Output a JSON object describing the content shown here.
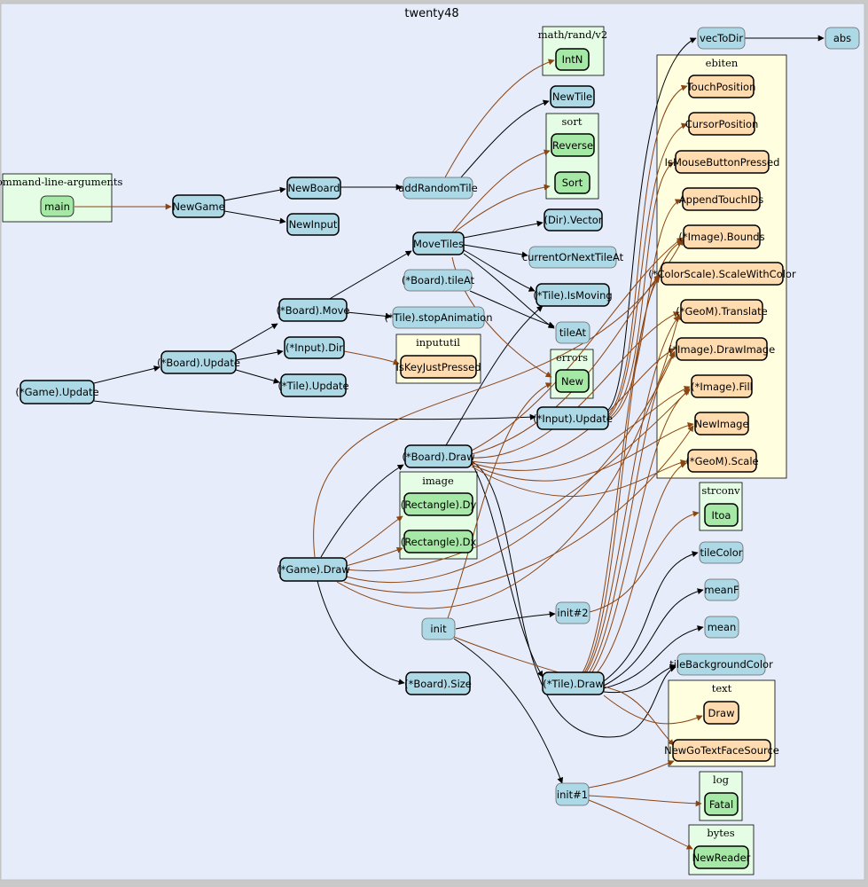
{
  "title": "twenty48",
  "colors": {
    "background": "#e6ecfa",
    "node_blue": "#add8e6",
    "node_green": "#a6e9a6",
    "node_orange": "#ffdcb0",
    "cluster_green": "#e4fde4",
    "cluster_yellow": "#ffffe0",
    "edge_dark": "#000000",
    "edge_brown": "#8b4513"
  },
  "clusters": {
    "cla": "command-line-arguments",
    "mathrand": "math/rand/v2",
    "sort": "sort",
    "ebiten": "ebiten",
    "inpututil": "inpututil",
    "errors": "errors",
    "image": "image",
    "strconv": "strconv",
    "text": "text",
    "log": "log",
    "bytes": "bytes"
  },
  "nodes": {
    "main": "main",
    "newgame": "NewGame",
    "newboard": "NewBoard",
    "newinput": "NewInput",
    "addrandomtile": "addRandomTile",
    "intn": "IntN",
    "newtile": "NewTile",
    "reverse": "Reverse",
    "sortfn": "Sort",
    "vectodir": "vecToDir",
    "abs": "abs",
    "movetiles": "MoveTiles",
    "dirvector": "(Dir).Vector",
    "currentornexttileat": "currentOrNextTileAt",
    "boardtileat": "(*Board).tileAt",
    "tileismoving": "(*Tile).IsMoving",
    "tileat": "tileAt",
    "boardmove": "(*Board).Move",
    "tilestopanimation": "(*Tile).stopAnimation",
    "boardupdate": "(*Board).Update",
    "inputdir": "(*Input).Dir",
    "iskeyjustpressed": "IsKeyJustPressed",
    "tileupdate": "(*Tile).Update",
    "gameupdate": "(*Game).Update",
    "errorsnew": "New",
    "inputupdate": "(*Input).Update",
    "touchposition": "TouchPosition",
    "cursorposition": "CursorPosition",
    "ismousebuttonpressed": "IsMouseButtonPressed",
    "appendtouchids": "AppendTouchIDs",
    "imagebounds": "(*Image).Bounds",
    "colorscale": "(*ColorScale).ScaleWithColor",
    "geomtranslate": "(*GeoM).Translate",
    "imagedrawimage": "(*Image).DrawImage",
    "imagefill": "(*Image).Fill",
    "newimage": "NewImage",
    "geomscale": "(*GeoM).Scale",
    "boarddraw": "(*Board).Draw",
    "rectdy": "(Rectangle).Dy",
    "rectdx": "(Rectangle).Dx",
    "gamedraw": "(*Game).Draw",
    "itoa": "Itoa",
    "tilecolor": "tileColor",
    "meanf": "meanF",
    "mean": "mean",
    "init2": "init#2",
    "init": "init",
    "tilebackgroundcolor": "tileBackgroundColor",
    "tiledraw": "(*Tile).Draw",
    "boardsize": "(*Board).Size",
    "textdraw": "Draw",
    "newgotextfacesource": "NewGoTextFaceSource",
    "init1": "init#1",
    "fatal": "Fatal",
    "newreader": "NewReader"
  }
}
